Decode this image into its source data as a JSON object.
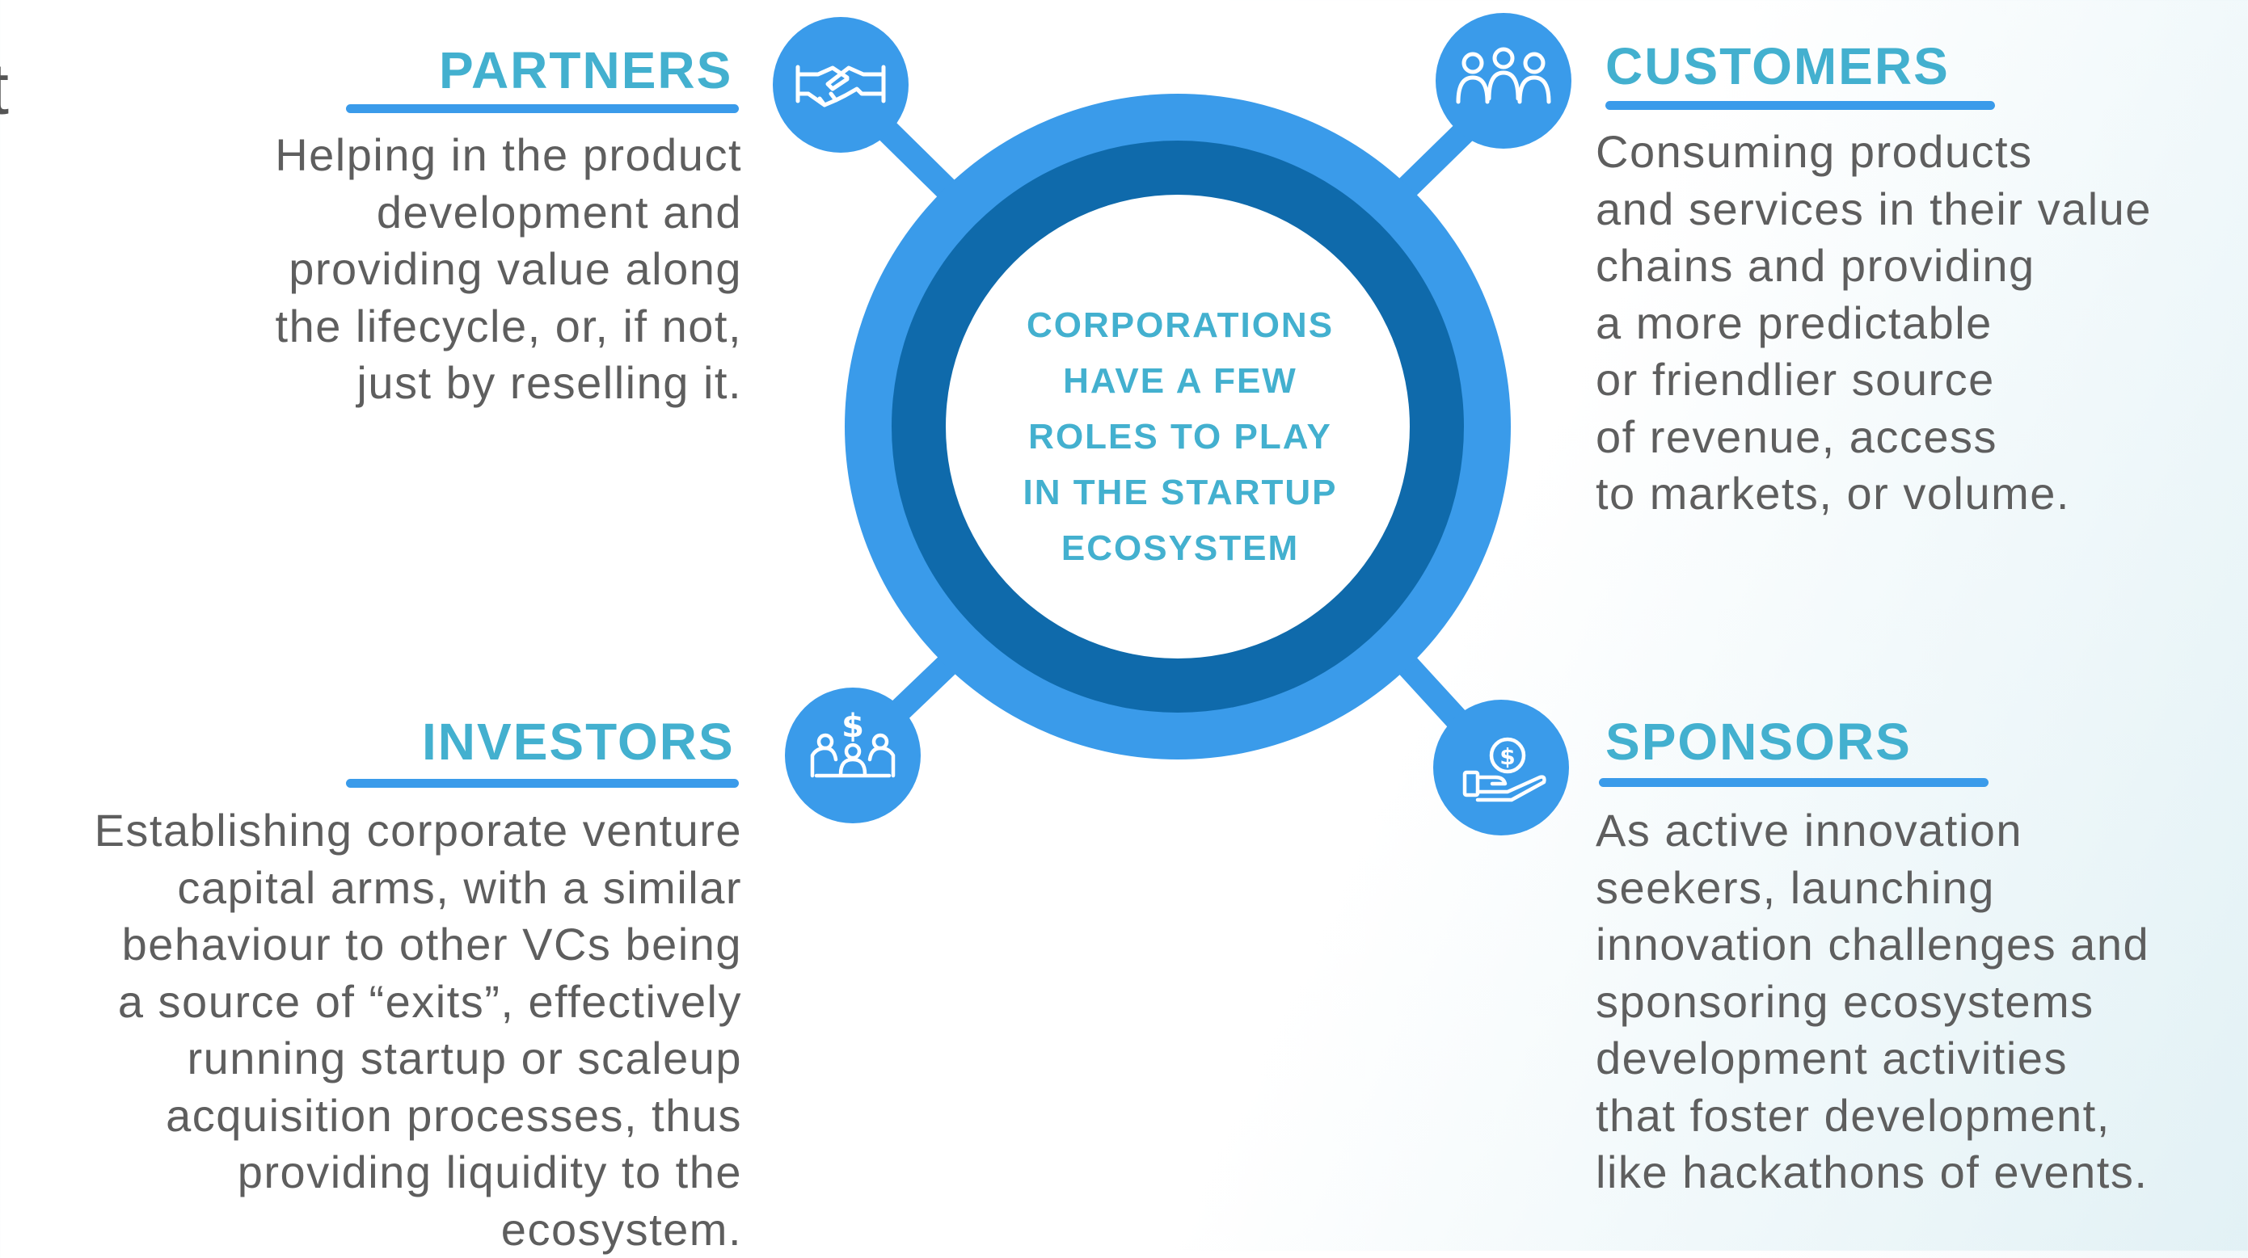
{
  "stray_char": "t",
  "center": {
    "text": "CORPORATIONS\nHAVE A FEW\nROLES TO PLAY\nIN THE STARTUP\nECOSYSTEM"
  },
  "roles": {
    "partners": {
      "title": "PARTNERS",
      "description": "Helping in the product\ndevelopment and\nproviding value along\nthe lifecycle, or, if not,\njust by reselling it.",
      "icon": "handshake-icon"
    },
    "customers": {
      "title": "CUSTOMERS",
      "description": "Consuming products\nand services in their value\nchains and providing\na more predictable\nor friendlier source\nof revenue, access\nto markets, or volume.",
      "icon": "people-group-icon"
    },
    "investors": {
      "title": "INVESTORS",
      "description": "Establishing corporate venture\ncapital arms, with a similar\nbehaviour to other VCs being\na source of “exits”, effectively\nrunning startup or scaleup\nacquisition processes, thus\nproviding liquidity to the\necosystem.",
      "icon": "investment-meeting-icon"
    },
    "sponsors": {
      "title": "SPONSORS",
      "description": "As active innovation\nseekers, launching\ninnovation challenges and\nsponsoring ecosystems\ndevelopment activities\nthat foster development,\nlike hackathons of events.",
      "icon": "hand-coin-icon"
    }
  },
  "colors": {
    "outer_ring": "#3a9bea",
    "inner_ring": "#0f6aab",
    "heading": "#43b0cf",
    "body_text": "#5e5e5e"
  }
}
